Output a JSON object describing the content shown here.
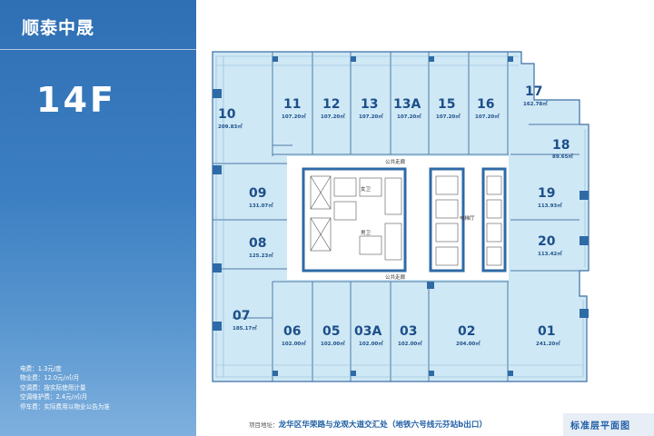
{
  "brand": {
    "logo_text": "顺泰中晟"
  },
  "floor": {
    "label": "14F"
  },
  "fees": [
    "电费：1.3元/度",
    "物业费：12.0元/㎡/月",
    "空调费：按实际使用计量",
    "空调维护费：2.4元/㎡/月",
    "停车费：实际费用以物业公告为准"
  ],
  "units": [
    {
      "id": "10",
      "area": "209.83"
    },
    {
      "id": "11",
      "area": "107.20"
    },
    {
      "id": "12",
      "area": "107.20"
    },
    {
      "id": "13",
      "area": "107.20"
    },
    {
      "id": "13A",
      "area": "107.20"
    },
    {
      "id": "15",
      "area": "107.20"
    },
    {
      "id": "16",
      "area": "107.20"
    },
    {
      "id": "17",
      "area": "162.78"
    },
    {
      "id": "18",
      "area": "89.65"
    },
    {
      "id": "09",
      "area": "131.07"
    },
    {
      "id": "19",
      "area": "113.93"
    },
    {
      "id": "08",
      "area": "125.23"
    },
    {
      "id": "20",
      "area": "113.42"
    },
    {
      "id": "07",
      "area": "185.17"
    },
    {
      "id": "06",
      "area": "102.00"
    },
    {
      "id": "05",
      "area": "102.00"
    },
    {
      "id": "03A",
      "area": "102.00"
    },
    {
      "id": "03",
      "area": "102.00"
    },
    {
      "id": "02",
      "area": "204.00"
    },
    {
      "id": "01",
      "area": "241.20"
    }
  ],
  "area_unit": "㎡",
  "core_labels": {
    "corridor_top": "公共走廊",
    "corridor_bottom": "公共走廊",
    "restroom_female": "女卫",
    "restroom_male": "男卫",
    "elevator_hall": "电梯厅"
  },
  "footer": {
    "address_label": "项目地址：",
    "address": "龙华区华荣路与龙观大道交汇处（地铁六号线元芬站b出口）",
    "plan_title": "标准层平面图"
  }
}
